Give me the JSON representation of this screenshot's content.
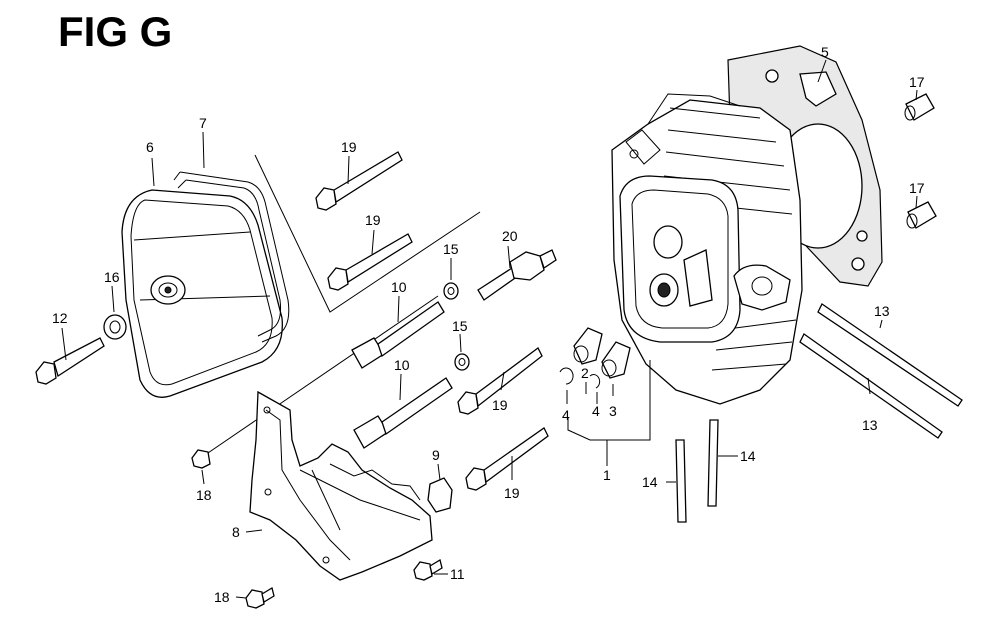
{
  "figure": {
    "title": "FIG G"
  },
  "callouts": {
    "c1": "1",
    "c2": "2",
    "c3": "3",
    "c4a": "4",
    "c4b": "4",
    "c5": "5",
    "c6": "6",
    "c7": "7",
    "c8": "8",
    "c9": "9",
    "c10a": "10",
    "c10b": "10",
    "c11": "11",
    "c12": "12",
    "c13a": "13",
    "c13b": "13",
    "c14a": "14",
    "c14b": "14",
    "c15a": "15",
    "c15b": "15",
    "c16": "16",
    "c17a": "17",
    "c17b": "17",
    "c18a": "18",
    "c18b": "18",
    "c19a": "19",
    "c19b": "19",
    "c19c": "19",
    "c19d": "19",
    "c20": "20"
  },
  "colors": {
    "ink": "#000000",
    "paper": "#ffffff"
  }
}
